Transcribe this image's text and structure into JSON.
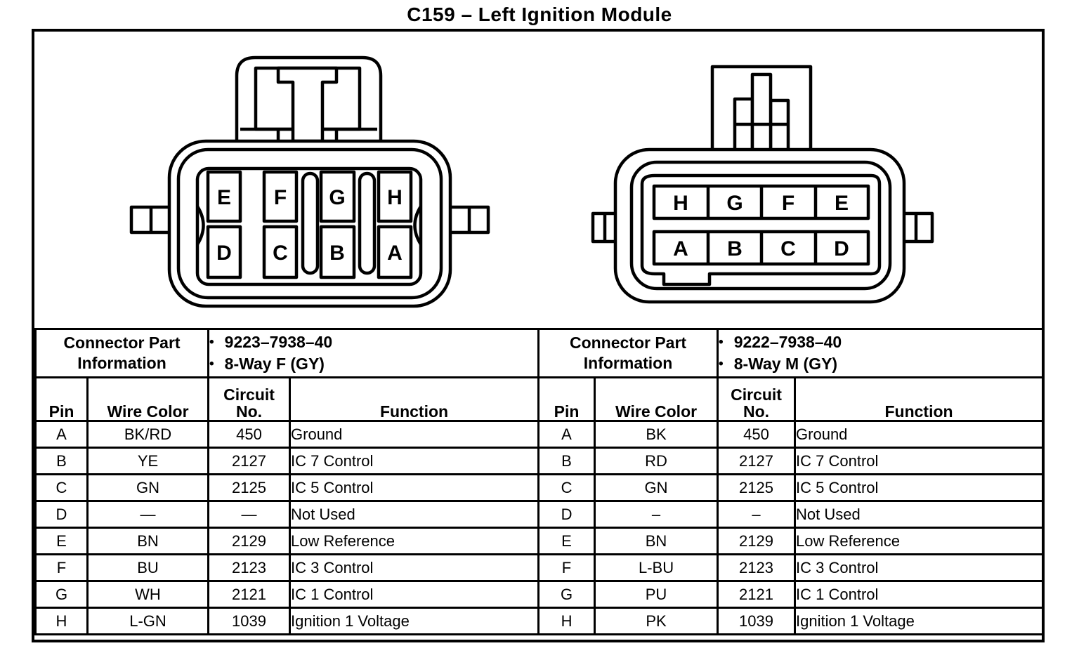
{
  "page": {
    "title": "C159 – Left Ignition Module"
  },
  "glyphs": {
    "bullet": "•"
  },
  "connectors": [
    {
      "pins_top": [
        "E",
        "F",
        "G",
        "H"
      ],
      "pins_bottom": [
        "D",
        "C",
        "B",
        "A"
      ]
    },
    {
      "pins_top": [
        "H",
        "G",
        "F",
        "E"
      ],
      "pins_bottom": [
        "A",
        "B",
        "C",
        "D"
      ]
    }
  ],
  "tables": [
    {
      "part_info_label": "Connector Part Information",
      "part_numbers": [
        "9223–7938–40",
        "8-Way F (GY)"
      ],
      "columns": [
        "Pin",
        "Wire Color",
        "Circuit No.",
        "Function"
      ],
      "rows": [
        [
          "A",
          "BK/RD",
          "450",
          "Ground"
        ],
        [
          "B",
          "YE",
          "2127",
          "IC 7 Control"
        ],
        [
          "C",
          "GN",
          "2125",
          "IC 5 Control"
        ],
        [
          "D",
          "—",
          "—",
          "Not Used"
        ],
        [
          "E",
          "BN",
          "2129",
          "Low Reference"
        ],
        [
          "F",
          "BU",
          "2123",
          "IC 3 Control"
        ],
        [
          "G",
          "WH",
          "2121",
          "IC 1 Control"
        ],
        [
          "H",
          "L-GN",
          "1039",
          "Ignition 1 Voltage"
        ]
      ]
    },
    {
      "part_info_label": "Connector Part Information",
      "part_numbers": [
        "9222–7938–40",
        "8-Way M (GY)"
      ],
      "columns": [
        "Pin",
        "Wire Color",
        "Circuit No.",
        "Function"
      ],
      "rows": [
        [
          "A",
          "BK",
          "450",
          "Ground"
        ],
        [
          "B",
          "RD",
          "2127",
          "IC 7 Control"
        ],
        [
          "C",
          "GN",
          "2125",
          "IC 5 Control"
        ],
        [
          "D",
          "–",
          "–",
          "Not Used"
        ],
        [
          "E",
          "BN",
          "2129",
          "Low Reference"
        ],
        [
          "F",
          "L-BU",
          "2123",
          "IC 3 Control"
        ],
        [
          "G",
          "PU",
          "2121",
          "IC 1 Control"
        ],
        [
          "H",
          "PK",
          "1039",
          "Ignition 1 Voltage"
        ]
      ]
    }
  ]
}
